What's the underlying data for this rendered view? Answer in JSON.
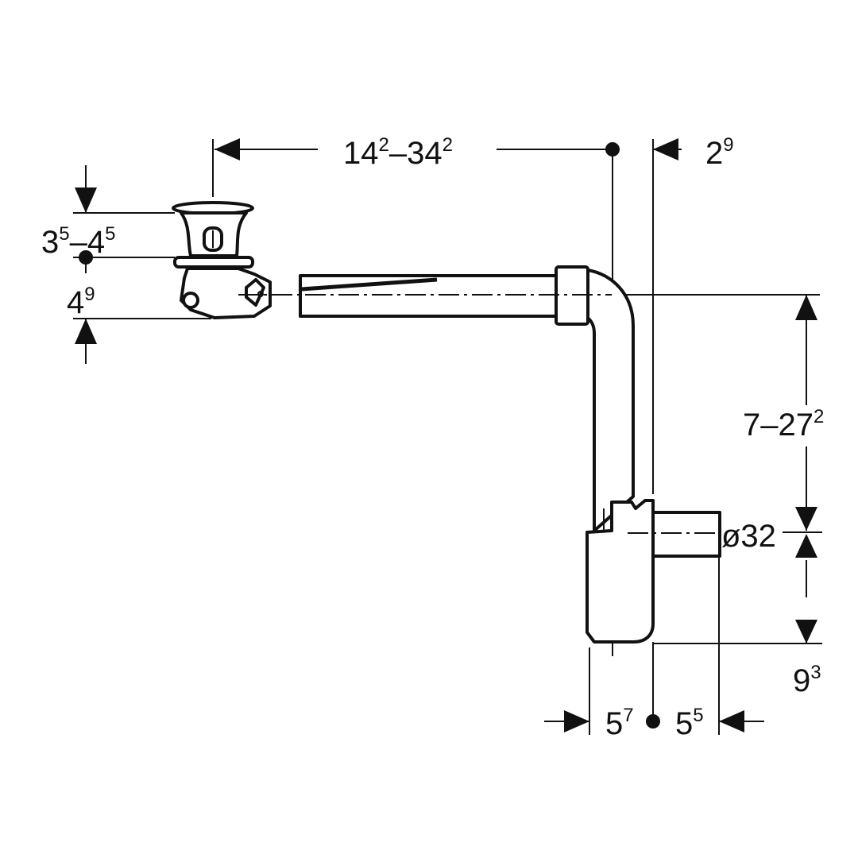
{
  "drawing": {
    "title": "Bath waste and overflow set dimension drawing",
    "dimensions": {
      "overall_length": {
        "base": "14",
        "sup1": "2",
        "mid": "–34",
        "sup2": "2"
      },
      "center_offset": {
        "base": "2",
        "sup": "9"
      },
      "drain_height": {
        "base": "3",
        "sup1": "5",
        "mid": "–4",
        "sup2": "5"
      },
      "drain_lower": {
        "base": "4",
        "sup": "9"
      },
      "vertical_range": {
        "base": "7–27",
        "sup": "2"
      },
      "outlet_diameter": {
        "text": "ø32"
      },
      "trap_depth": {
        "base": "9",
        "sup": "3"
      },
      "trap_left": {
        "base": "5",
        "sup": "7"
      },
      "trap_right": {
        "base": "5",
        "sup": "5"
      }
    },
    "colors": {
      "line": "#111111",
      "background": "#ffffff"
    }
  }
}
